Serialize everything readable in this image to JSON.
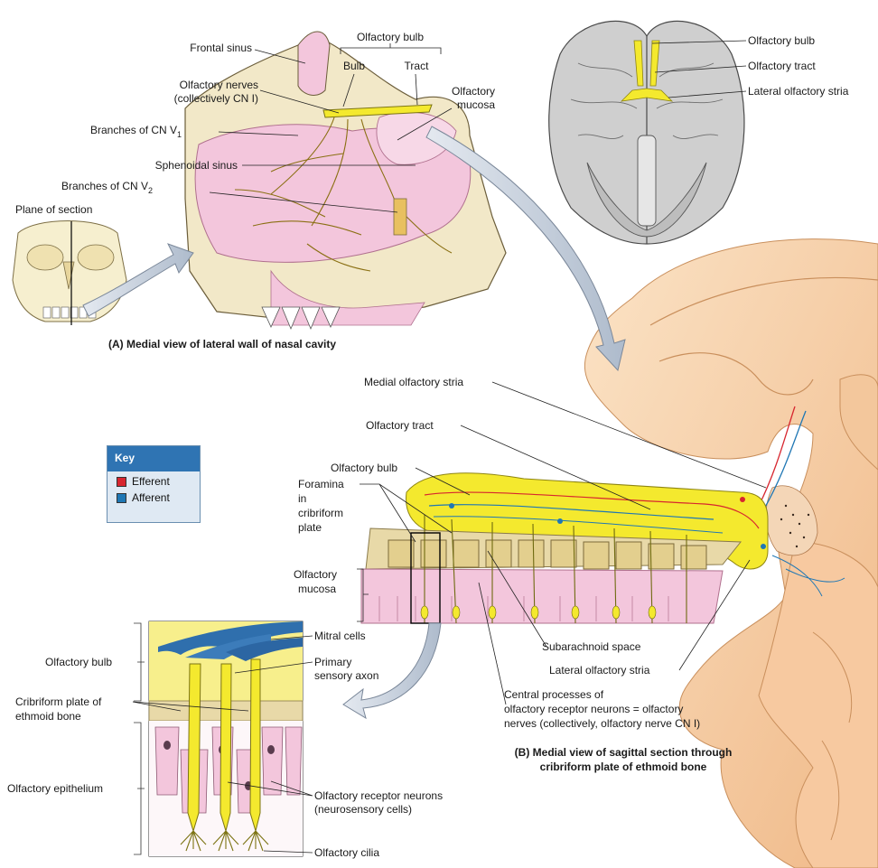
{
  "panel_a": {
    "caption": "(A) Medial view of lateral wall of nasal cavity",
    "labels": {
      "frontal_sinus": "Frontal sinus",
      "olfactory_bulb_group": "Olfactory bulb",
      "bulb": "Bulb",
      "tract": "Tract",
      "olfactory_nerves_1": "Olfactory nerves",
      "olfactory_nerves_2": "(collectively CN I)",
      "olfactory_mucosa_1": "Olfactory",
      "olfactory_mucosa_2": "mucosa",
      "branches_v1": "Branches of CN V",
      "v1_sub": "1",
      "sphenoidal_sinus": "Sphenoidal sinus",
      "branches_v2": "Branches of CN V",
      "v2_sub": "2",
      "plane_of_section": "Plane of section"
    }
  },
  "brain_inset": {
    "labels": {
      "olfactory_bulb": "Olfactory bulb",
      "olfactory_tract": "Olfactory tract",
      "lateral_stria": "Lateral olfactory stria"
    }
  },
  "panel_b": {
    "caption_1": "(B) Medial view of sagittal section through",
    "caption_2": "cribriform plate of ethmoid bone",
    "labels": {
      "medial_stria": "Medial olfactory stria",
      "olfactory_tract": "Olfactory tract",
      "olfactory_bulb": "Olfactory bulb",
      "foramina_1": "Foramina",
      "foramina_2": "in",
      "foramina_3": "cribriform",
      "foramina_4": "plate",
      "mucosa_1": "Olfactory",
      "mucosa_2": "mucosa",
      "subarachnoid": "Subarachnoid space",
      "lateral_stria": "Lateral olfactory stria",
      "central_1": "Central processes of",
      "central_2": "olfactory receptor neurons = olfactory",
      "central_3": "nerves (collectively, olfactory nerve CN I)"
    }
  },
  "key": {
    "title": "Key",
    "items": [
      {
        "label": "Efferent",
        "color": "#d7262f"
      },
      {
        "label": "Afferent",
        "color": "#1f77b4"
      }
    ]
  },
  "panel_c": {
    "labels": {
      "olfactory_bulb": "Olfactory bulb",
      "mitral_cells": "Mitral cells",
      "primary_1": "Primary",
      "primary_2": "sensory axon",
      "cribriform_1": "Cribriform plate of",
      "cribriform_2": "ethmoid bone",
      "epithelium": "Olfactory epithelium",
      "receptor_1": "Olfactory receptor neurons",
      "receptor_2": "(neurosensory cells)",
      "cilia": "Olfactory cilia"
    }
  },
  "colors": {
    "nerve_yellow": "#f2e32a",
    "mucosa_pink": "#f3c6dc",
    "bone_tan": "#e8d9a8",
    "brain_peach": "#f6d2a8",
    "afferent_blue": "#1f77b4",
    "efferent_red": "#d7262f",
    "arrow_gray": "#c9d2de"
  }
}
